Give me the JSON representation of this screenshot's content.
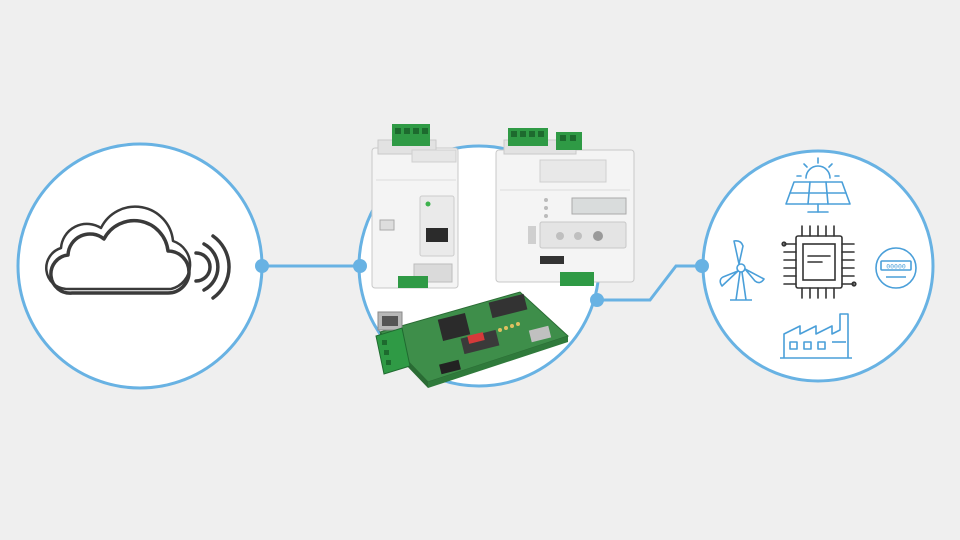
{
  "colors": {
    "background": "#efefef",
    "circle_stroke": "#68b2e3",
    "icon_blue": "#4a9fd9",
    "cloud_stroke": "#3a3a3a",
    "pcb_green": "#3e8e4a",
    "terminal_green": "#2f9a45",
    "module_white": "#f4f4f4"
  },
  "diagram": {
    "nodes": [
      {
        "id": "cloud",
        "icon": "cloud-wireless-icon"
      },
      {
        "id": "gateway-devices",
        "icon": "din-rail-modules-and-pcb"
      },
      {
        "id": "field-devices",
        "icons": [
          "solar-panel-icon",
          "wind-turbine-icon",
          "microchip-icon",
          "energy-meter-icon",
          "factory-icon"
        ]
      }
    ],
    "edges": [
      {
        "from": "cloud",
        "to": "gateway-devices"
      },
      {
        "from": "gateway-devices",
        "to": "field-devices"
      }
    ]
  },
  "meter_display": "00000"
}
